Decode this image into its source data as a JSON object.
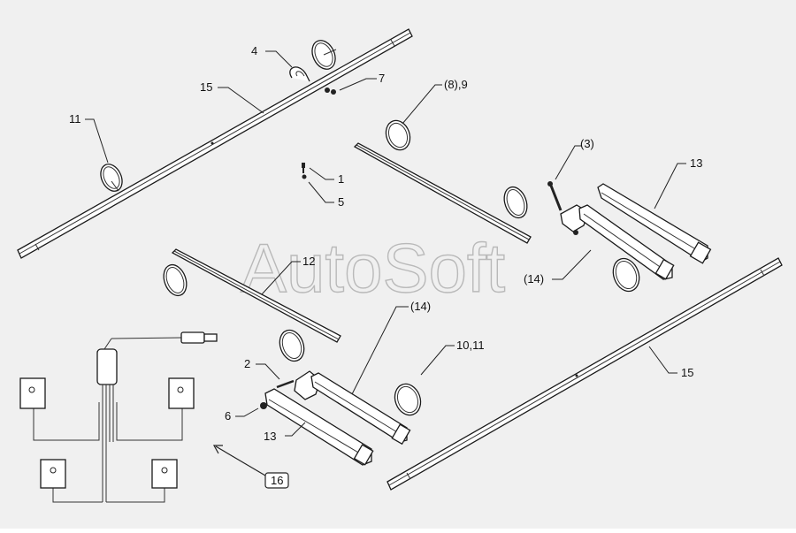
{
  "watermark": "AutoSoft",
  "callouts": {
    "c4": "4",
    "c7": "7",
    "c15a": "15",
    "c11": "11",
    "c89": "(8),9",
    "c3": "(3)",
    "c13a": "13",
    "c1": "1",
    "c5": "5",
    "c12": "12",
    "c14a": "(14)",
    "c14b": "(14)",
    "c1011": "10,11",
    "c2": "2",
    "c6": "6",
    "c13b": "13",
    "c15b": "15",
    "c16": "16"
  }
}
